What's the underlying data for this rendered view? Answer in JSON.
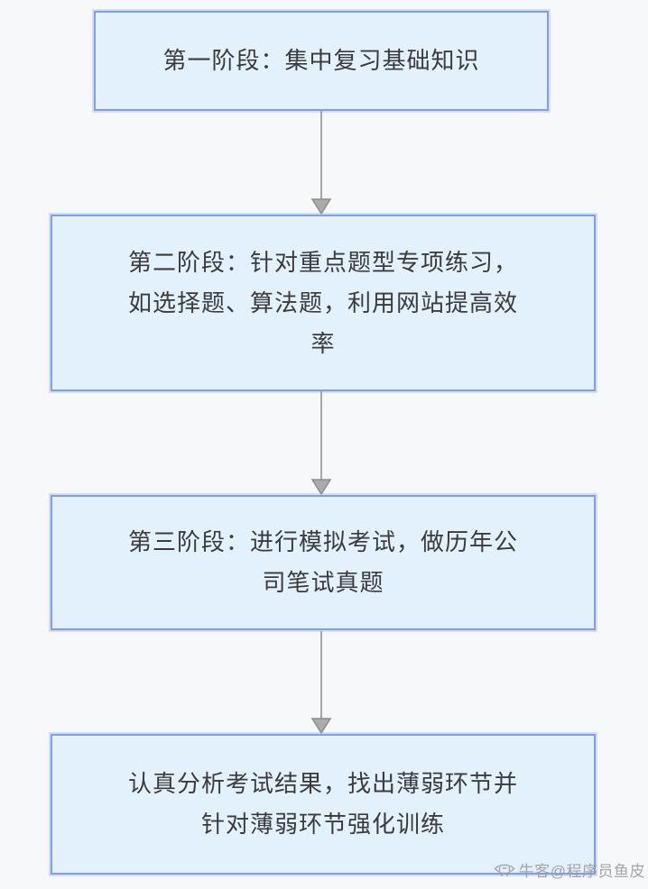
{
  "diagram": {
    "type": "flowchart",
    "direction": "top-down",
    "nodes": [
      {
        "id": "stage1",
        "text": "第一阶段：集中复习基础知识"
      },
      {
        "id": "stage2",
        "text": "第二阶段：针对重点题型专项练习，\n如选择题、算法题，利用网站提高效\n率"
      },
      {
        "id": "stage3",
        "text": "第三阶段：进行模拟考试，做历年公\n司笔试真题"
      },
      {
        "id": "stage4",
        "text": "认真分析考试结果，找出薄弱环节并\n针对薄弱环节强化训练"
      }
    ],
    "connectors": [
      {
        "from": "stage1",
        "to": "stage2",
        "style": "arrow-down"
      },
      {
        "from": "stage2",
        "to": "stage3",
        "style": "arrow-down"
      },
      {
        "from": "stage3",
        "to": "stage4",
        "style": "arrow-down"
      }
    ],
    "colors": {
      "background": "#F7F8FA",
      "node_fill": "#E3F1FD",
      "node_border": "#7E9FE6",
      "node_text": "#3B3B3B",
      "arrow": "#A6A6A6",
      "watermark_text": "#9B9B9B"
    }
  },
  "watermark": {
    "icon": "nowcoder-logo-icon",
    "text": "牛客@程序员鱼皮"
  }
}
